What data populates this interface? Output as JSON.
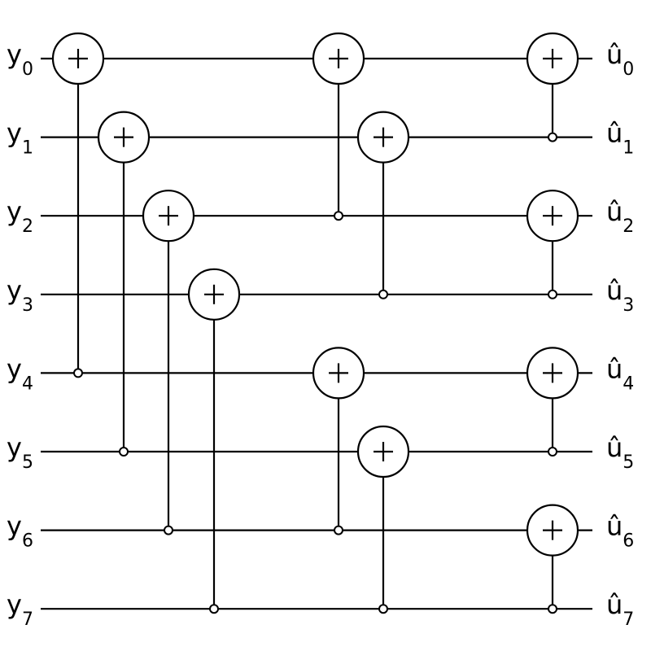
{
  "diagram": {
    "inputs": [
      {
        "base": "y",
        "sub": "0"
      },
      {
        "base": "y",
        "sub": "1"
      },
      {
        "base": "y",
        "sub": "2"
      },
      {
        "base": "y",
        "sub": "3"
      },
      {
        "base": "y",
        "sub": "4"
      },
      {
        "base": "y",
        "sub": "5"
      },
      {
        "base": "y",
        "sub": "6"
      },
      {
        "base": "y",
        "sub": "7"
      }
    ],
    "outputs": [
      {
        "base": "û",
        "sub": "0"
      },
      {
        "base": "û",
        "sub": "1"
      },
      {
        "base": "û",
        "sub": "2"
      },
      {
        "base": "û",
        "sub": "3"
      },
      {
        "base": "û",
        "sub": "4"
      },
      {
        "base": "û",
        "sub": "5"
      },
      {
        "base": "û",
        "sub": "6"
      },
      {
        "base": "û",
        "sub": "7"
      }
    ],
    "xor_symbol": "+",
    "stages": [
      {
        "links": [
          {
            "target": 0,
            "source": 4
          },
          {
            "target": 1,
            "source": 5
          },
          {
            "target": 2,
            "source": 6
          },
          {
            "target": 3,
            "source": 7
          }
        ]
      },
      {
        "links": [
          {
            "target": 0,
            "source": 2
          },
          {
            "target": 1,
            "source": 3
          },
          {
            "target": 4,
            "source": 6
          },
          {
            "target": 5,
            "source": 7
          }
        ]
      },
      {
        "links": [
          {
            "target": 0,
            "source": 1
          },
          {
            "target": 2,
            "source": 3
          },
          {
            "target": 4,
            "source": 5
          },
          {
            "target": 6,
            "source": 7
          }
        ]
      }
    ]
  }
}
